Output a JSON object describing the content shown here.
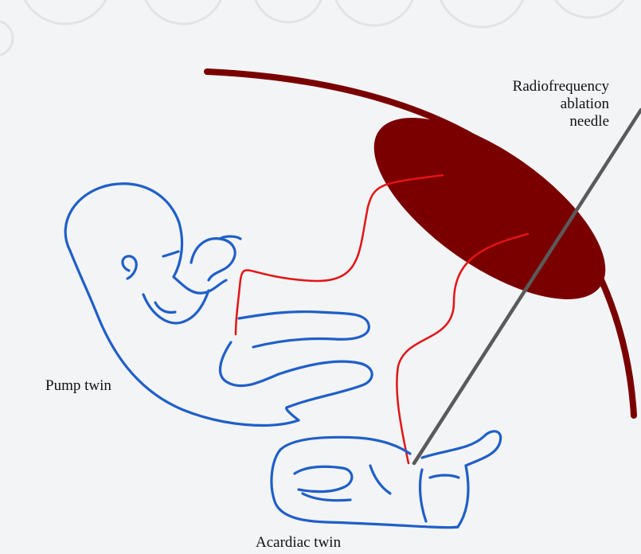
{
  "labels": {
    "needle": [
      "Radiofrequency",
      "ablation",
      "needle"
    ],
    "pump_twin": "Pump twin",
    "acardiac_twin": "Acardiac twin"
  },
  "colors": {
    "background": "#f3f4f6",
    "uterine_wall": "#7a0000",
    "placenta": "#7a0000",
    "umbilical_cords": "#e31414",
    "fetus_outline": "#1f5fc8",
    "needle": "#5a5a5a",
    "text": "#111111"
  },
  "elements": {
    "watermark": "decorative rings, top of image",
    "pump_twin": "blue outline of a fetus",
    "acardiac_twin": "blue outline of a malformed mass",
    "placenta": "dark red ellipse",
    "uterine_wall": "dark red arc",
    "needle": "grey diagonal line from top-right to acardiac twin"
  }
}
